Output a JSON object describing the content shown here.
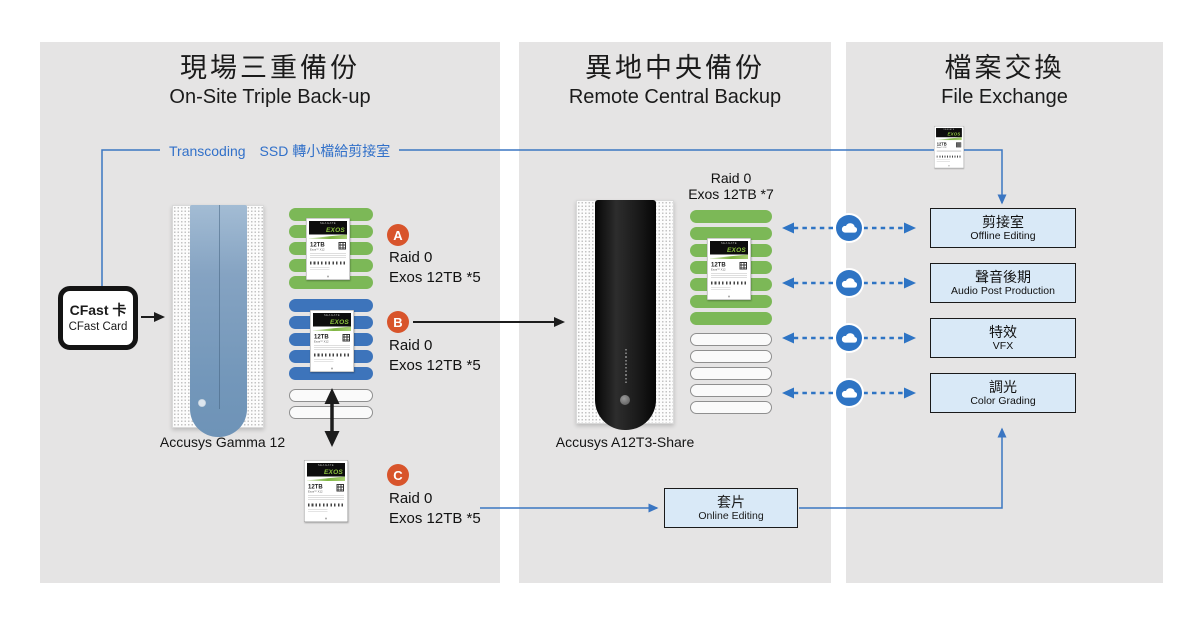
{
  "sections": {
    "onsite": {
      "title_zh": "現場三重備份",
      "title_en": "On-Site Triple Back-up"
    },
    "remote": {
      "title_zh": "異地中央備份",
      "title_en": "Remote Central Backup"
    },
    "exchange": {
      "title_zh": "檔案交換",
      "title_en": "File Exchange"
    }
  },
  "transcoding": {
    "label": "Transcoding　SSD 轉小檔給剪接室"
  },
  "cfast": {
    "title_zh": "CFast 卡",
    "title_en": "CFast Card"
  },
  "devices": {
    "gamma": {
      "name": "Accusys Gamma 12"
    },
    "a12t3": {
      "name": "Accusys A12T3-Share"
    }
  },
  "raid_groups": {
    "a": {
      "badge": "A",
      "line1": "Raid 0",
      "line2": "Exos 12TB *5"
    },
    "b": {
      "badge": "B",
      "line1": "Raid 0",
      "line2": "Exos 12TB *5"
    },
    "c": {
      "badge": "C",
      "line1": "Raid 0",
      "line2": "Exos 12TB *5"
    },
    "central": {
      "line1": "Raid 0",
      "line2": "Exos 12TB *7"
    }
  },
  "stations": [
    {
      "zh": "剪接室",
      "en": "Offline Editing"
    },
    {
      "zh": "聲音後期",
      "en": "Audio Post Production"
    },
    {
      "zh": "特效",
      "en": "VFX"
    },
    {
      "zh": "調光",
      "en": "Color Grading"
    }
  ],
  "online_editing": {
    "zh": "套片",
    "en": "Online Editing"
  },
  "drive_label": {
    "brand": "SEAGATE",
    "model": "EXOS",
    "capacity": "12TB",
    "sub": "Exos™ X12"
  },
  "colors": {
    "panel": "#e5e4e4",
    "bay_green": "#7cb857",
    "bay_blue": "#3d74bb",
    "station_fill": "#d9e9f7",
    "badge_orange": "#d8542b",
    "arrow_blue": "#2e74c4",
    "line_blue": "#3b76c2"
  }
}
